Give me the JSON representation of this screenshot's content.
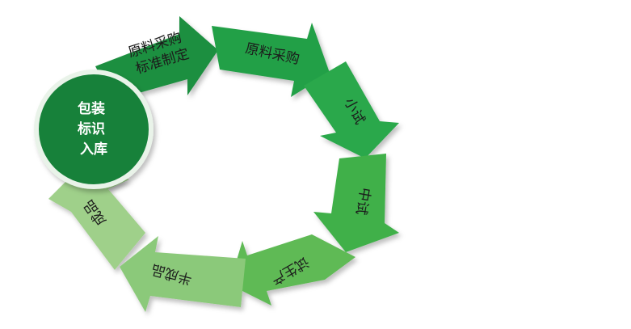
{
  "hub": {
    "lines": [
      "包装",
      "标识",
      "入库"
    ],
    "color": "#17813a"
  },
  "steps": [
    {
      "lines": [
        "原料采购",
        "标准制定"
      ],
      "color": "#1f8f3f"
    },
    {
      "lines": [
        "原料采购"
      ],
      "color": "#24a047"
    },
    {
      "lines": [
        "小试"
      ],
      "color": "#2aa84b"
    },
    {
      "lines": [
        "中试"
      ],
      "color": "#3fb04a"
    },
    {
      "lines": [
        "试生产"
      ],
      "color": "#5fba55"
    },
    {
      "lines": [
        "半成品"
      ],
      "color": "#8bc97a"
    },
    {
      "lines": [
        "成品"
      ],
      "color": "#9fd08a"
    }
  ]
}
